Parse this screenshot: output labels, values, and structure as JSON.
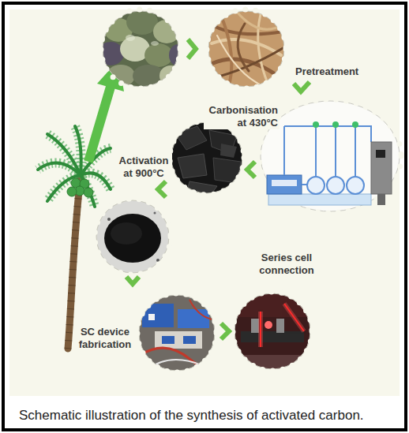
{
  "diagram": {
    "caption": "Schematic illustration of the synthesis of activated carbon.",
    "labels": [
      "Pretreatment",
      "Carbonisation at 430°C",
      "Activation at 900°C",
      "Series cell connection",
      "SC device fabrication"
    ]
  }
}
